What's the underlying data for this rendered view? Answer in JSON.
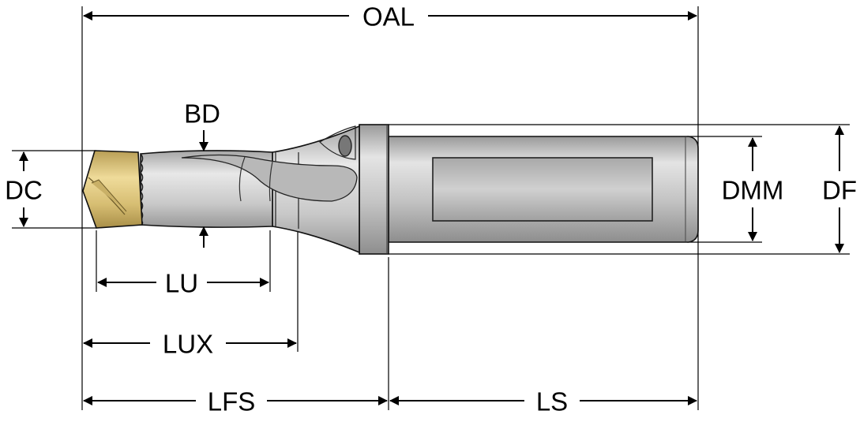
{
  "title": "Drill dimension diagram",
  "labels": {
    "oal": "OAL",
    "bd": "BD",
    "dc": "DC",
    "dmm": "DMM",
    "df": "DF",
    "lu": "LU",
    "lux": "LUX",
    "lfs": "LFS",
    "ls": "LS"
  },
  "colors": {
    "insert": "#d9c27a",
    "body": "#c9c9c9",
    "shank": "#bdbdbd",
    "line": "#000000"
  }
}
